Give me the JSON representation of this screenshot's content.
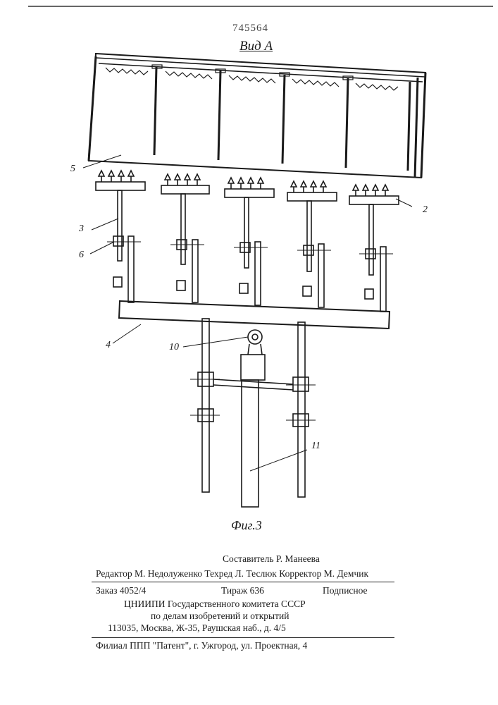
{
  "header": {
    "patent_number": "745564",
    "view_label": "Вид А"
  },
  "callouts": {
    "c5": "5",
    "c2": "2",
    "c3": "3",
    "c6": "6",
    "c4": "4",
    "c10": "10",
    "c11": "11"
  },
  "figure_caption": "Фиг.3",
  "imprint": {
    "compiler": "Составитель Р. Манеева",
    "editors": "Редактор М. Недолуженко Техред Л. Теслюк Корректор М. Демчик",
    "order": "Заказ 4052/4",
    "circulation": "Тираж 636",
    "subscription": "Подписное",
    "institute": "ЦНИИПИ Государственного комитета СССР",
    "committee": "по делам изобретений и открытий",
    "address": "113035, Москва, Ж-35, Раушская наб., д. 4/5",
    "branch": "Филиал ППП \"Патент\", г. Ужгород, ул. Проектная, 4"
  }
}
